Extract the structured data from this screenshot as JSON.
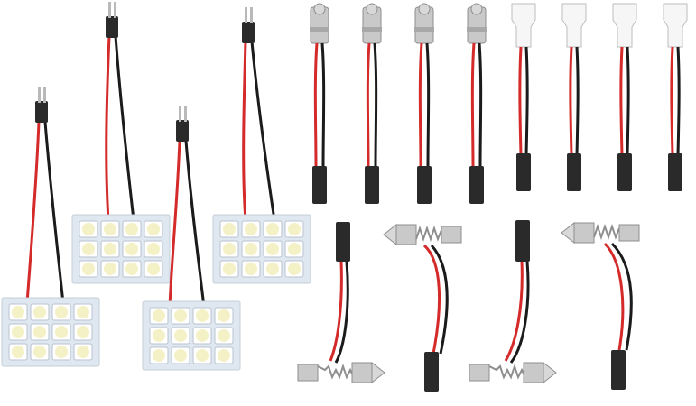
{
  "image": {
    "colors": {
      "background": "#ffffff",
      "wire_red": "#d42a2a",
      "wire_black": "#1b1b1b",
      "connector": "#2a2a2a",
      "pin_metal": "#b9b9b9",
      "panel": "#dfe7f0",
      "led_chip": "#f4f1c6",
      "led_ring": "#b8c3cf",
      "socket_metal": "#c9c9c9",
      "socket_white": "#f6f6f6"
    },
    "panels": [
      {
        "name": "panel-top-left-center",
        "rows": 3,
        "cols": 4
      },
      {
        "name": "panel-top-right-center",
        "rows": 3,
        "cols": 4
      },
      {
        "name": "panel-bottom-left",
        "rows": 3,
        "cols": 4
      },
      {
        "name": "panel-bottom-center",
        "rows": 3,
        "cols": 4
      }
    ],
    "ba9s_adapter_count": 4,
    "t10_adapter_count": 4,
    "festoon_adapter_count": 4
  }
}
